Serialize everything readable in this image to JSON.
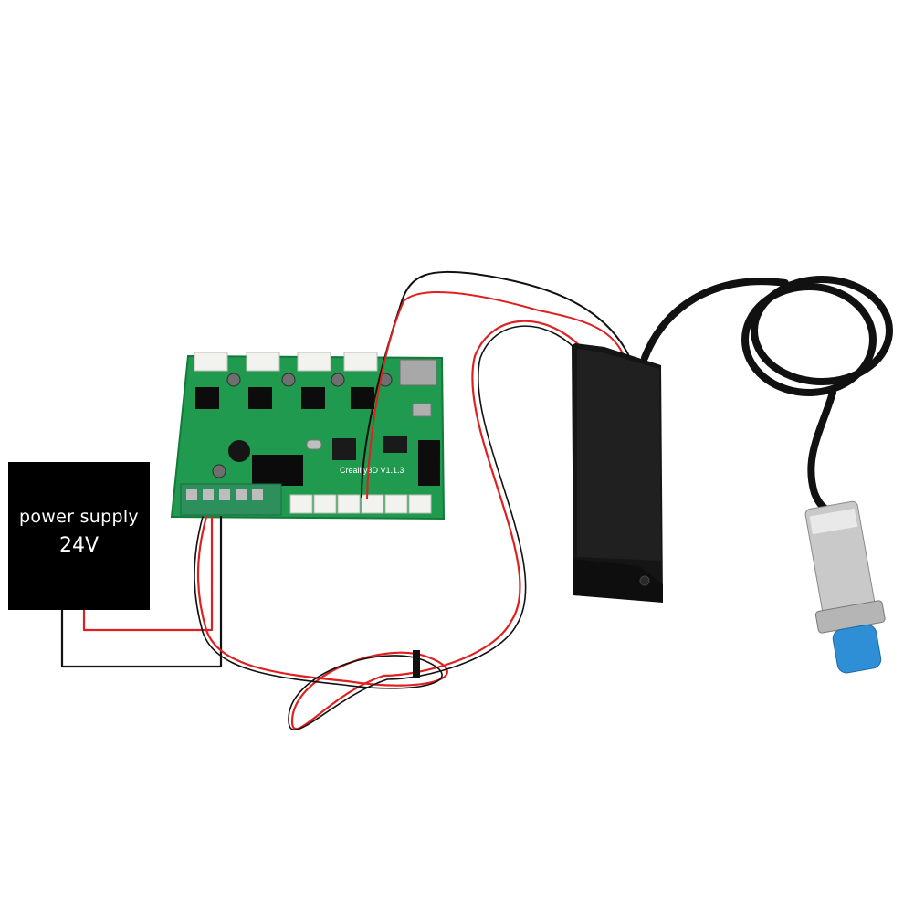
{
  "power_supply": {
    "label_line1": "power supply",
    "label_line2": "24V"
  },
  "board": {
    "silkscreen": "Creality3D V1.1.3"
  },
  "components": [
    "mainboard",
    "power-supply",
    "relay-module",
    "proximity-sensor"
  ],
  "colors": {
    "board": "#1f9a4e",
    "wire_red": "#e02020",
    "wire_black": "#111111",
    "module": "#151515",
    "sensor_cap": "#2f8fd6",
    "sensor_body": "#c9c9c9",
    "power_box": "#000000"
  }
}
